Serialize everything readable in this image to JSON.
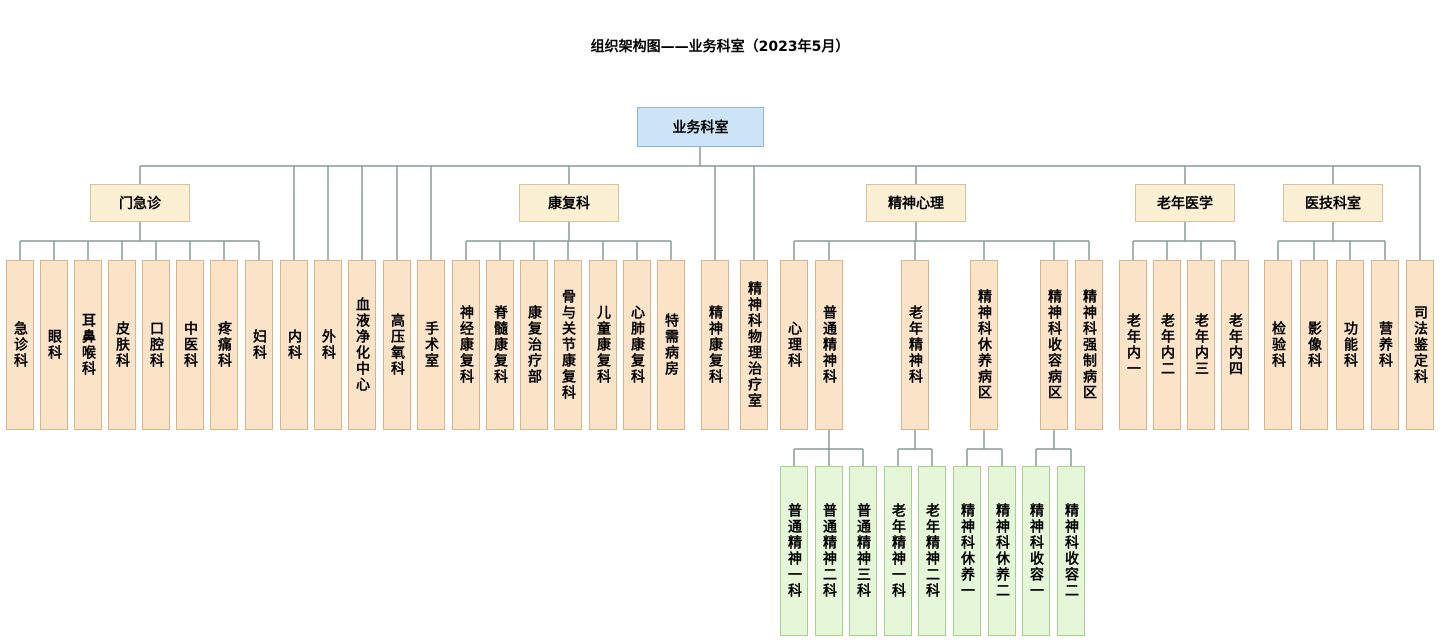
{
  "title": "组织架构图——业务科室（2023年5月）",
  "colors": {
    "line": "#8a9a9a",
    "root_fill": "#cde3f6",
    "group_fill": "#fbefd4",
    "unit_fill": "#fbe3c8",
    "sub_fill": "#e6f6d8"
  },
  "root": {
    "label": "业务科室"
  },
  "groups": {
    "menjizhen": {
      "label": "门急诊"
    },
    "kangfu": {
      "label": "康复科"
    },
    "jingshen": {
      "label": "精神心理"
    },
    "laonian": {
      "label": "老年医学"
    },
    "yiji": {
      "label": "医技科室"
    }
  },
  "units": {
    "jizhenke": "急诊科",
    "yanke": "眼科",
    "erbihouke": "耳鼻喉科",
    "fufuke": "皮肤科",
    "kouqiangke": "口腔科",
    "zhongyike": "中医科",
    "tengtongke": "疼痛科",
    "fuke": "妇科",
    "neike": "内科",
    "waike": "外科",
    "xueye": "血液净化中心",
    "gaoya": "高压氧科",
    "shoushu": "手术室",
    "shenjing_kf": "神经康复科",
    "jisui_kf": "脊髓康复科",
    "kangfu_zl": "康复治疗部",
    "guyuguanjie": "骨与关节康复科",
    "ertong_kf": "儿童康复科",
    "xinfei_kf": "心肺康复科",
    "texu": "特需病房",
    "jingshen_kf": "精神康复科",
    "jingshen_wl": "精神科物理治疗室",
    "xinli": "心理科",
    "putong_js": "普通精神科",
    "laonian_js": "老年精神科",
    "xiuyang_bq": "精神科休养病区",
    "shourong_bq": "精神科收容病区",
    "qiangzhi_bq": "精神科强制病区",
    "laonian1": "老年内一",
    "laonian2": "老年内二",
    "laonian3": "老年内三",
    "laonian4": "老年内四",
    "jianyan": "检验科",
    "yingxiang": "影像科",
    "gongneng": "功能科",
    "yingyang": "营养科",
    "sifa": "司法鉴定科"
  },
  "subunits": {
    "putong1": "普通精神一科",
    "putong2": "普通精神二科",
    "putong3": "普通精神三科",
    "laonianjs1": "老年精神一科",
    "laonianjs2": "老年精神二科",
    "xiuyang1": "精神科休养一",
    "xiuyang2": "精神科休养二",
    "shourong1": "精神科收容一",
    "shourong2": "精神科收容二"
  }
}
